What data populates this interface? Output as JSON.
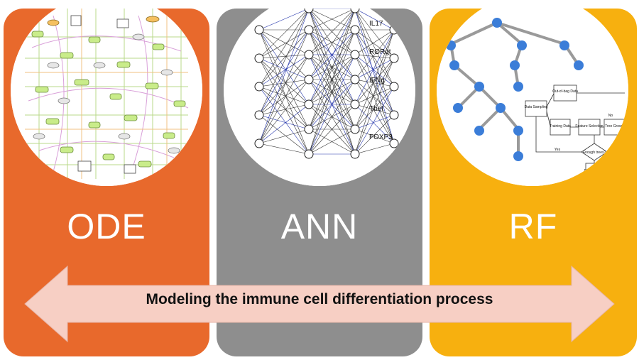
{
  "panels": {
    "ode": {
      "label": "ODE",
      "color": "#E8692C"
    },
    "ann": {
      "label": "ANN",
      "color": "#8E8E8E",
      "outputs": [
        "IL17",
        "RORgt",
        "IFNg",
        "Tbet",
        "FOXP3"
      ]
    },
    "rf": {
      "label": "RF",
      "color": "#F7B00F",
      "flow": {
        "data_sampling": "Data Sampling",
        "out_of_bag": "Out-of-bag Data",
        "training": "Training Data",
        "feature": "Feature Selection",
        "tree": "Tree Growth",
        "enough": "Enough trees?",
        "forest": "Random Forest",
        "yes": "Yes",
        "no": "No"
      }
    }
  },
  "caption": "Modeling the immune cell differentiation process",
  "colors": {
    "arrow_fill": "#F7CFC4",
    "tree_node": "#3B7DD8"
  }
}
